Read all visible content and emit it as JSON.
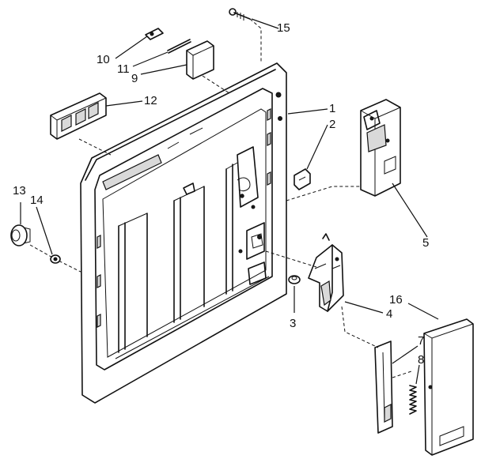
{
  "callouts": {
    "c1": "1",
    "c2": "2",
    "c3": "3",
    "c4": "4",
    "c5": "5",
    "c7": "7",
    "c8": "8",
    "c9": "9",
    "c10": "10",
    "c11": "11",
    "c12": "12",
    "c13": "13",
    "c14": "14",
    "c15": "15",
    "c16": "16"
  }
}
